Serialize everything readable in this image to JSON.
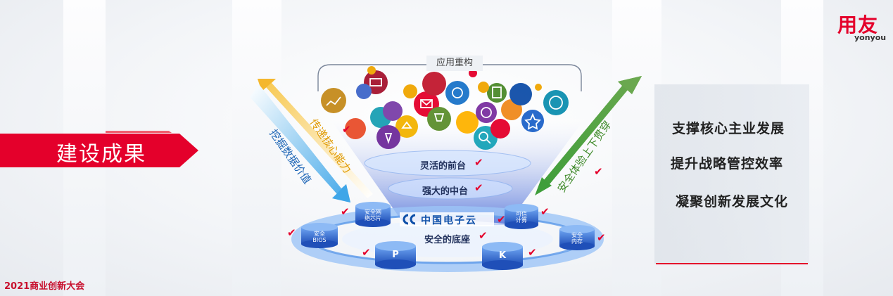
{
  "brand": {
    "name": "用友",
    "sub": "yonyou",
    "color": "#e4002b"
  },
  "banner": {
    "text": "建设成果"
  },
  "event": {
    "title": "2021商业创新大会"
  },
  "diagram": {
    "top_label": "应用重构",
    "layers": [
      "灵活的前台",
      "强大的中台",
      "安全的底座"
    ],
    "platform_logo": "中国电子云",
    "arrows": {
      "left_outer": "挖掘数据价值",
      "left_inner": "传递核心能力",
      "right": "安全体验上下贯穿"
    },
    "nodes": {
      "chip": "安全网\n络芯片",
      "compute": "可信\n计算",
      "bios": "安全\nBIOS",
      "memory": "安全\n内存",
      "p": "P",
      "k": "K"
    },
    "check_mark": "✔"
  },
  "outcomes": [
    "支撑核心主业发展",
    "提升战略管控效率",
    "凝聚创新发展文化"
  ]
}
